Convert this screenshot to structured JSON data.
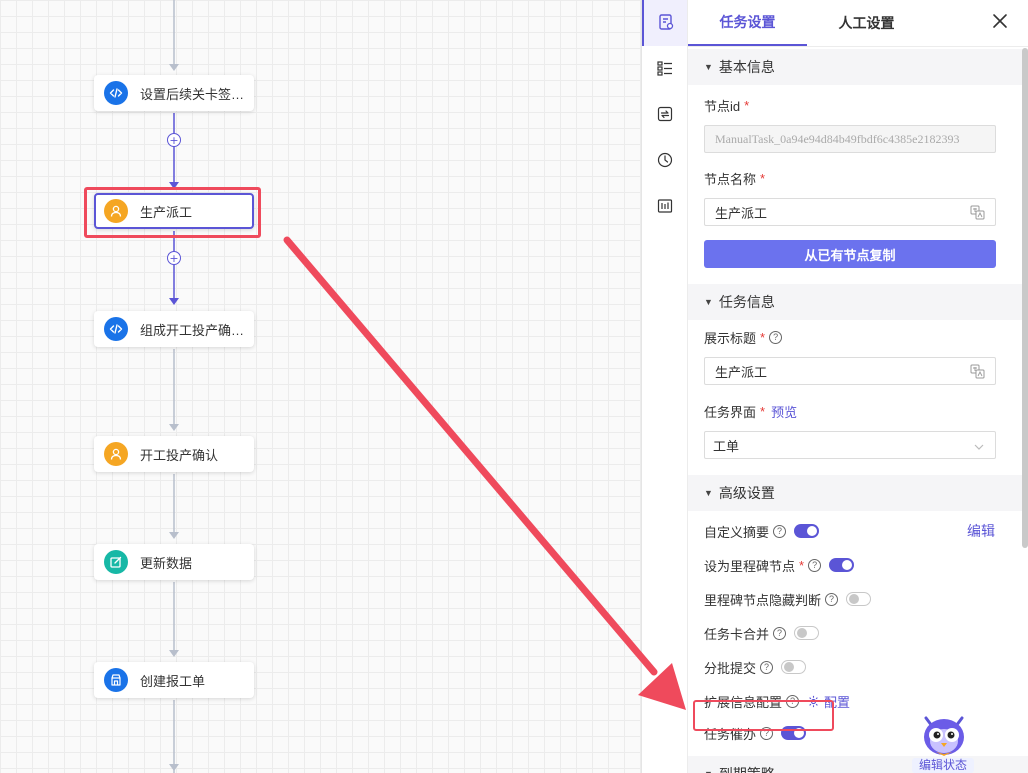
{
  "canvas": {
    "nodes": [
      {
        "label": "设置后续关卡签…",
        "icon": "code-icon",
        "color": "#1a73e8"
      },
      {
        "label": "生产派工",
        "icon": "person-icon",
        "color": "#f5a623"
      },
      {
        "label": "组成开工投产确…",
        "icon": "code-icon",
        "color": "#1a73e8"
      },
      {
        "label": "开工投产确认",
        "icon": "person-icon",
        "color": "#f5a623"
      },
      {
        "label": "更新数据",
        "icon": "edit-icon",
        "color": "#17b8a6"
      },
      {
        "label": "创建报工单",
        "icon": "form-icon",
        "color": "#1a73e8"
      }
    ],
    "add_symbol": "+",
    "highlight_color": "#ef4a5c",
    "active_edge_color": "#5b55d6",
    "edge_color": "#b8bfcc"
  },
  "rail": {
    "items": [
      "task-settings-icon",
      "flow-list-icon",
      "sync-icon",
      "history-icon",
      "data-icon"
    ]
  },
  "panel": {
    "tabs": [
      "任务设置",
      "人工设置"
    ],
    "close_symbol": "✕",
    "basic": {
      "title": "基本信息",
      "node_id_label": "节点id",
      "node_id_value": "ManualTask_0a94e94d84b49fbdf6c4385e2182393",
      "node_name_label": "节点名称",
      "node_name_value": "生产派工",
      "copy_button": "从已有节点复制"
    },
    "task_info": {
      "title": "任务信息",
      "display_title_label": "展示标题",
      "display_title_value": "生产派工",
      "task_ui_label": "任务界面",
      "preview_link": "预览",
      "task_ui_value": "工单"
    },
    "advanced": {
      "title": "高级设置",
      "edit_link": "编辑",
      "rows": [
        {
          "label": "自定义摘要",
          "required": false,
          "on": true
        },
        {
          "label": "设为里程碑节点",
          "required": true,
          "on": true
        },
        {
          "label": "里程碑节点隐藏判断",
          "required": false,
          "on": false
        },
        {
          "label": "任务卡合并",
          "required": false,
          "on": false
        },
        {
          "label": "分批提交",
          "required": false,
          "on": false
        }
      ],
      "ext_label": "扩展信息配置",
      "config_link": "配置",
      "urge_label": "任务催办"
    },
    "expire": {
      "title": "到期策略"
    },
    "required_mark": "*",
    "help_mark": "?"
  },
  "mascot": {
    "label": "编辑状态"
  }
}
